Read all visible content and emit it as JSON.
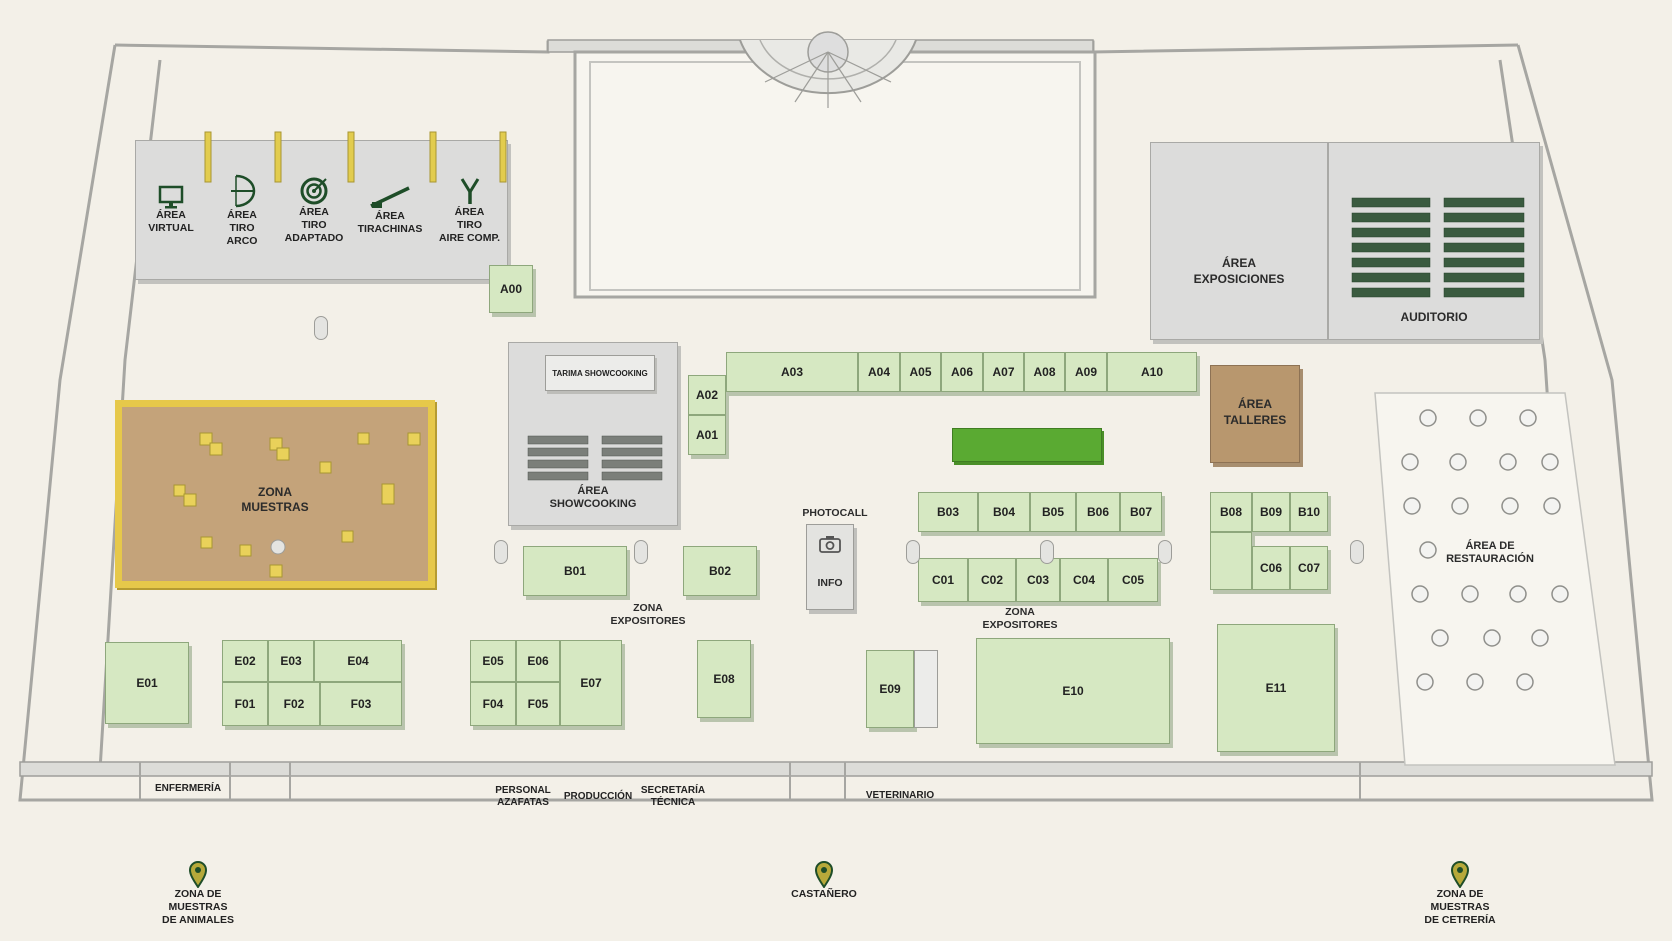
{
  "zones": {
    "area_virtual": "ÁREA\nVIRTUAL",
    "area_tiro_arco": "ÁREA\nTIRO\nARCO",
    "area_tiro_adaptado": "ÁREA\nTIRO\nADAPTADO",
    "area_tirachinas": "ÁREA\nTIRACHINAS",
    "area_tiro_aire": "ÁREA\nTIRO\nAIRE COMP.",
    "zona_muestras": "ZONA\nMUESTRAS",
    "tarima_showcooking": "TARIMA SHOWCOOKING",
    "area_showcooking": "ÁREA\nSHOWCOOKING",
    "area_exposiciones": "ÁREA\nEXPOSICIONES",
    "auditorio": "AUDITORIO",
    "area_talleres": "ÁREA\nTALLERES",
    "area_restauracion": "ÁREA DE\nRESTAURACIÓN",
    "photocall": "PHOTOCALL",
    "info": "INFO",
    "zona_expositores_1": "ZONA\nEXPOSITORES",
    "zona_expositores_2": "ZONA\nEXPOSITORES"
  },
  "stands": {
    "A00": "A00",
    "A01": "A01",
    "A02": "A02",
    "A03": "A03",
    "A04": "A04",
    "A05": "A05",
    "A06": "A06",
    "A07": "A07",
    "A08": "A08",
    "A09": "A09",
    "A10": "A10",
    "B01": "B01",
    "B02": "B02",
    "B03": "B03",
    "B04": "B04",
    "B05": "B05",
    "B06": "B06",
    "B07": "B07",
    "B08": "B08",
    "B09": "B09",
    "B10": "B10",
    "C01": "C01",
    "C02": "C02",
    "C03": "C03",
    "C04": "C04",
    "C05": "C05",
    "C06": "C06",
    "C07": "C07",
    "E01": "E01",
    "E02": "E02",
    "E03": "E03",
    "E04": "E04",
    "E05": "E05",
    "E06": "E06",
    "E07": "E07",
    "E08": "E08",
    "E09": "E09",
    "E10": "E10",
    "E11": "E11",
    "F01": "F01",
    "F02": "F02",
    "F03": "F03",
    "F04": "F04",
    "F05": "F05"
  },
  "rooms": {
    "enfermeria": "ENFERMERÍA",
    "personal_azafatas": "PERSONAL\nAZAFATAS",
    "produccion": "PRODUCCIÓN",
    "secretaria_tecnica": "SECRETARÍA\nTÉCNICA",
    "veterinario": "VETERINARIO"
  },
  "pins": {
    "animales": "ZONA DE MUESTRAS\nDE ANIMALES",
    "castanero": "CASTAÑERO",
    "cetreria": "ZONA DE MUESTRAS\nDE CETRERÍA"
  },
  "icons": {
    "virtual": "monitor-icon",
    "arco": "bow-icon",
    "adaptado": "target-icon",
    "tirachinas": "rifle-icon",
    "aire": "slingshot-icon",
    "photocall": "camera-icon",
    "pin": "map-pin-icon"
  },
  "colors": {
    "floor": "#f3f0e8",
    "stand": "#d6e8c2",
    "zona_muestras_fill": "#c4a37a",
    "zona_muestras_border": "#e6c84a",
    "talleres": "#b8976e",
    "green_bar": "#5aaa32",
    "pin": "#b6a93a"
  }
}
